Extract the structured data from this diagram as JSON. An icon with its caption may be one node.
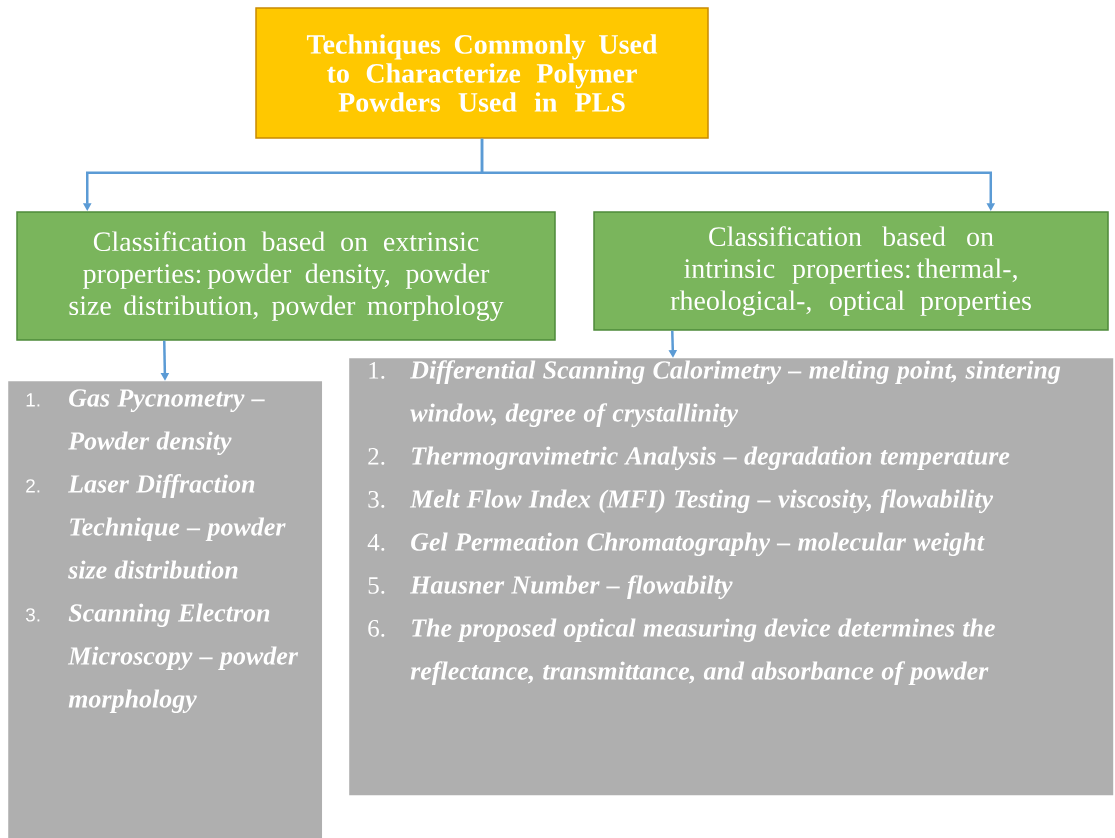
{
  "diagram": {
    "nodes": [
      {
        "text": [
          "Techniques Commonly Used to Characterize Polymer Powders Used in PLS"
        ]
      },
      {
        "text": [
          "Classification based on extrinsic properties: powder density, powder size distribution, powder morphology"
        ]
      },
      {
        "text": [
          "Classification based on intrinsic properties: thermal-, rheological-, optical properties"
        ]
      },
      {
        "text": [
          "1.",
          "Gas Pycnometry – Powder density",
          "2.",
          "Laser Diffraction Technique – powder size distribution",
          "3.",
          "Scanning Electron Microscopy – powder morphology"
        ]
      },
      {
        "text": [
          "1.",
          "Differential Scanning Calorimetry – melting point, sintering window, degree of crystallinity",
          "2.",
          "Thermogravimetric Analysis – degradation temperature",
          "3.",
          "Melt Flow Index (MFI) Testing – viscosity, flowability",
          "4.",
          "Gel Permeation Chromatography – molecular weight",
          "5.",
          "Hausner Number – flowabilty",
          "6.",
          "The proposed optical measuring device determines the reflectance, transmittance, and absorbance of powder"
        ]
      }
    ],
    "edges": [
      {
        "from": 0,
        "to": 1,
        "arrow": "to"
      },
      {
        "from": 0,
        "to": 2,
        "arrow": "to"
      },
      {
        "from": 1,
        "to": 3,
        "arrow": "to"
      },
      {
        "from": 2,
        "to": 4,
        "arrow": "to"
      }
    ]
  }
}
